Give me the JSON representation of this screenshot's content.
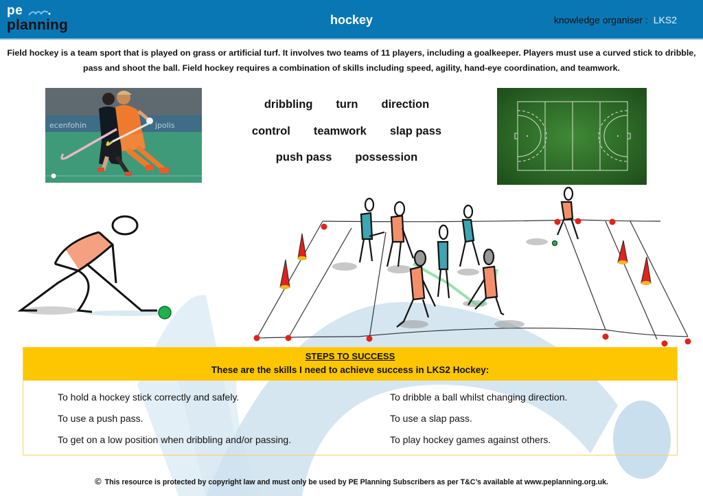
{
  "header": {
    "logo": {
      "top": "pe",
      "bottom": "planning"
    },
    "title": "hockey",
    "subtitle": "knowledge organiser :",
    "level": "LKS2",
    "bg_color": "#0a77b5"
  },
  "intro": {
    "text": "Field hockey is a team sport that is played on grass or artificial turf. It involves two teams of 11 players, including a goalkeeper.  Players must use a curved stick to dribble, pass and shoot the ball.  Field hockey requires a combination of skills including speed, agility, hand-eye coordination, and teamwork."
  },
  "images": {
    "photo": "photo of two field hockey players chasing the ball",
    "pitch": "aerial view of a hockey pitch on green turf",
    "drawing_single": "stick figure in low position dribbling ball",
    "drawing_game": "stick figures playing a small-sided hockey game between cones"
  },
  "keywords": {
    "rows": [
      [
        "dribbling",
        "turn",
        "direction"
      ],
      [
        "control",
        "teamwork",
        "slap pass"
      ],
      [
        "push pass",
        "possession"
      ]
    ]
  },
  "steps": {
    "title": "STEPS TO SUCCESS",
    "subtitle": "These are the skills I need to achieve success in LKS2 Hockey:",
    "left": [
      "To hold a hockey stick correctly and safely.",
      "To use a push pass.",
      "To get on a low position when dribbling and/or passing."
    ],
    "right": [
      "To dribble a ball whilst changing direction.",
      "To use a slap pass.",
      "To play hockey games against others."
    ],
    "header_color": "#fdc600"
  },
  "footer": {
    "copyright_symbol": "©",
    "text": "This resource is protected by copyright law and must only be used by PE Planning Subscribers as per T&C’s available at www.peplanning.org.uk."
  }
}
